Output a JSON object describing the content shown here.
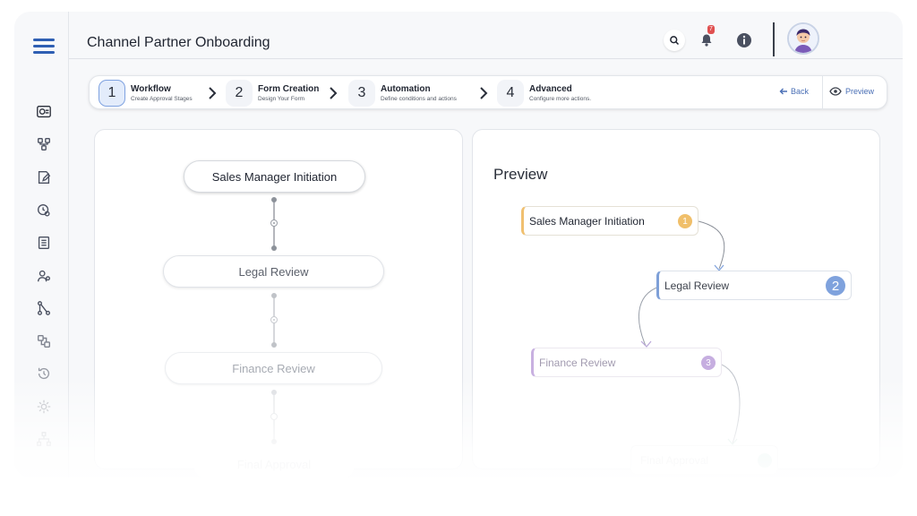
{
  "header": {
    "title": "Channel Partner Onboarding",
    "notification_count": "7",
    "search_icon": "search-icon",
    "bell_icon": "bell-icon",
    "info_icon": "info-icon"
  },
  "sidebar": {
    "menu_icon": "hamburger-menu-icon",
    "items": [
      {
        "icon": "dashboard-icon"
      },
      {
        "icon": "workflow-icon"
      },
      {
        "icon": "form-edit-icon"
      },
      {
        "icon": "automation-icon"
      },
      {
        "icon": "document-list-icon"
      },
      {
        "icon": "users-settings-icon"
      },
      {
        "icon": "network-icon"
      },
      {
        "icon": "integration-icon"
      },
      {
        "icon": "history-icon"
      },
      {
        "icon": "settings-icon"
      },
      {
        "icon": "hierarchy-icon"
      }
    ]
  },
  "stepper": {
    "steps": [
      {
        "number": "1",
        "title": "Workflow",
        "subtitle": "Create Approval Stages"
      },
      {
        "number": "2",
        "title": "Form Creation",
        "subtitle": "Design Your Form"
      },
      {
        "number": "3",
        "title": "Automation",
        "subtitle": "Define conditions and actions"
      },
      {
        "number": "4",
        "title": "Advanced",
        "subtitle": "Configure more actions."
      }
    ],
    "back_label": "Back",
    "preview_label": "Preview"
  },
  "flow": {
    "nodes": [
      "Sales Manager Initiation",
      "Legal Review",
      "Finance Review",
      "Final Approval"
    ]
  },
  "preview": {
    "heading": "Preview",
    "nodes": [
      {
        "label": "Sales Manager Initiation",
        "badge": "1",
        "color": "#f0bf6a"
      },
      {
        "label": "Legal Review",
        "badge": "2",
        "color": "#7fa2dd"
      },
      {
        "label": "Finance Review",
        "badge": "3",
        "color": "#c6aee0"
      },
      {
        "label": "Final Approval",
        "badge": "",
        "color": "#cfe8e2"
      }
    ]
  },
  "colors": {
    "accent": "#2f5fb3",
    "link": "#4a6fb5"
  }
}
